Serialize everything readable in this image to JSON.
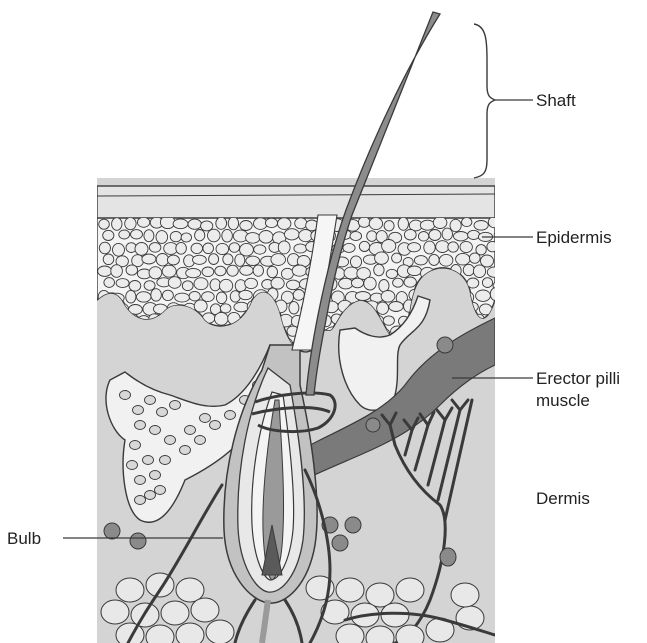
{
  "labels": {
    "shaft": "Shaft",
    "epidermis": "Epidermis",
    "erector_line1": "Erector pilli",
    "erector_line2": "muscle",
    "dermis": "Dermis",
    "bulb": "Bulb"
  },
  "colors": {
    "dermis_bg": "#d4d4d4",
    "epidermis_fill": "#f4f4f4",
    "surface_layer": "#e4e4e4",
    "hair_shaft": "#8c8c8c",
    "muscle": "#7a7a7a",
    "outline": "#3a3a3a",
    "cell_fill": "#ececec"
  }
}
